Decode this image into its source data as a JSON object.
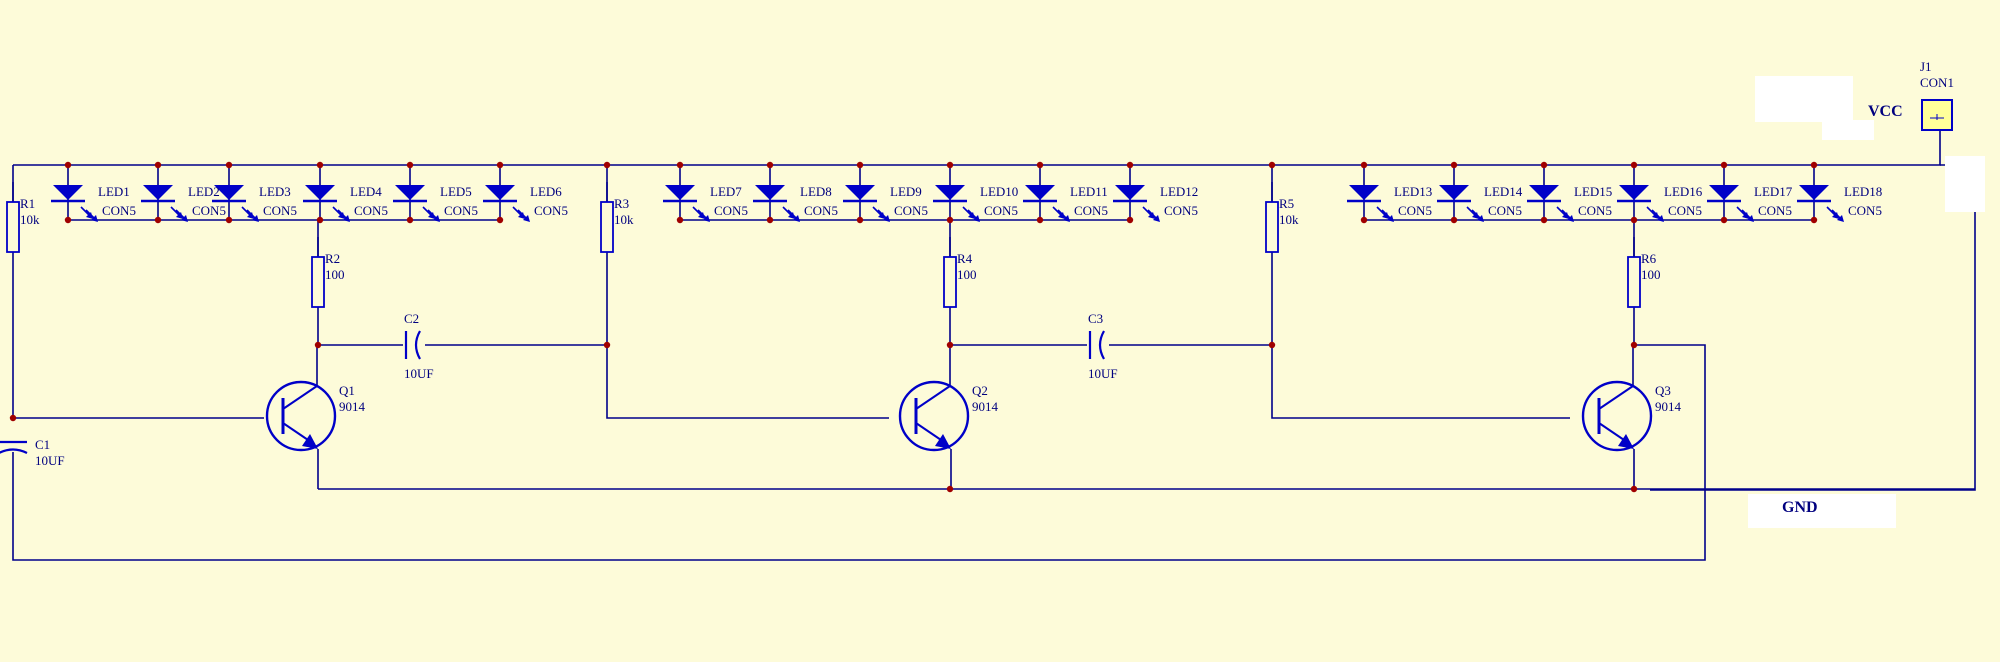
{
  "colors": {
    "background": "#fdfbd9",
    "wire": "#00008b",
    "component": "#0000c8",
    "junction": "#a00000",
    "label": "#00007f"
  },
  "power": {
    "vcc": "VCC",
    "gnd": "GND"
  },
  "connector": {
    "ref": "J1",
    "type": "CON1"
  },
  "leds": [
    {
      "ref": "LED1",
      "value": "CON5"
    },
    {
      "ref": "LED2",
      "value": "CON5"
    },
    {
      "ref": "LED3",
      "value": "CON5"
    },
    {
      "ref": "LED4",
      "value": "CON5"
    },
    {
      "ref": "LED5",
      "value": "CON5"
    },
    {
      "ref": "LED6",
      "value": "CON5"
    },
    {
      "ref": "LED7",
      "value": "CON5"
    },
    {
      "ref": "LED8",
      "value": "CON5"
    },
    {
      "ref": "LED9",
      "value": "CON5"
    },
    {
      "ref": "LED10",
      "value": "CON5"
    },
    {
      "ref": "LED11",
      "value": "CON5"
    },
    {
      "ref": "LED12",
      "value": "CON5"
    },
    {
      "ref": "LED13",
      "value": "CON5"
    },
    {
      "ref": "LED14",
      "value": "CON5"
    },
    {
      "ref": "LED15",
      "value": "CON5"
    },
    {
      "ref": "LED16",
      "value": "CON5"
    },
    {
      "ref": "LED17",
      "value": "CON5"
    },
    {
      "ref": "LED18",
      "value": "CON5"
    }
  ],
  "resistors": [
    {
      "ref": "R1",
      "value": "10k"
    },
    {
      "ref": "R2",
      "value": "100"
    },
    {
      "ref": "R3",
      "value": "10k"
    },
    {
      "ref": "R4",
      "value": "100"
    },
    {
      "ref": "R5",
      "value": "10k"
    },
    {
      "ref": "R6",
      "value": "100"
    }
  ],
  "capacitors": [
    {
      "ref": "C1",
      "value": "10UF"
    },
    {
      "ref": "C2",
      "value": "10UF"
    },
    {
      "ref": "C3",
      "value": "10UF"
    }
  ],
  "transistors": [
    {
      "ref": "Q1",
      "value": "9014"
    },
    {
      "ref": "Q2",
      "value": "9014"
    },
    {
      "ref": "Q3",
      "value": "9014"
    }
  ]
}
